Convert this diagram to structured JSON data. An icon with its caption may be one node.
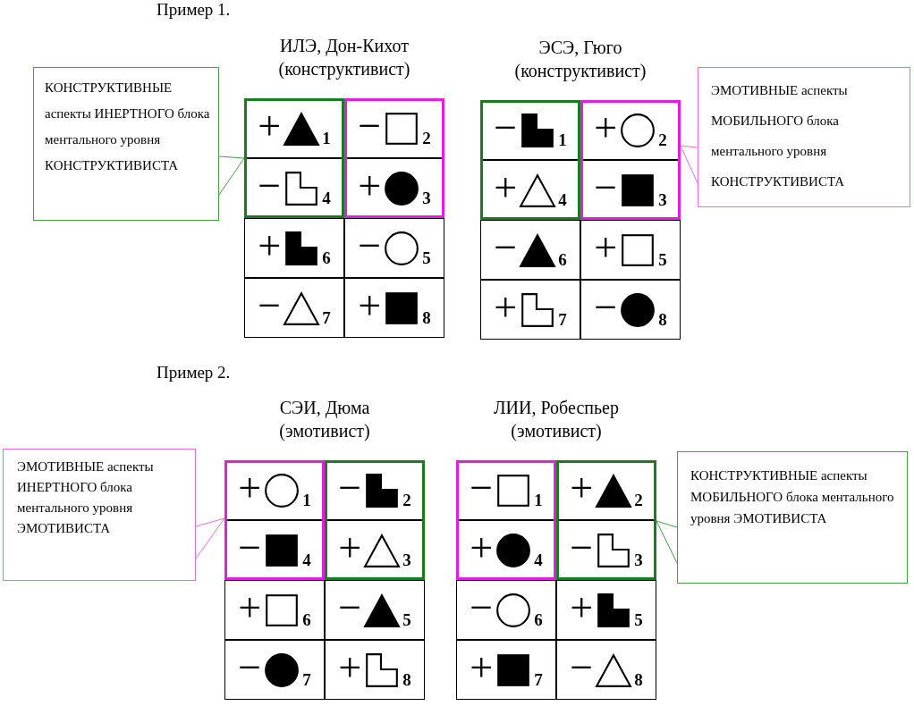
{
  "diagram": {
    "nodes": [
      {
        "text": [
          "КОНСТРУКТИВНЫЕ аспекты ИНЕРТНОГО блока ментального уровня КОНСТРУКТИВИСТА"
        ]
      },
      {
        "text": [
          "ИЛЭ, Дон-Кихот (конструктивист)"
        ]
      },
      {
        "text": [],
        "shape": "box",
        "in": 1
      },
      {
        "text": [],
        "shape": "box",
        "in": 1
      },
      {
        "text": [
          "+",
          "1"
        ],
        "in": 2
      },
      {
        "text": [
          "−",
          "2"
        ],
        "in": 3
      },
      {
        "text": [
          "−",
          "4"
        ],
        "in": 2
      },
      {
        "text": [
          "+",
          "3"
        ],
        "in": 3
      },
      {
        "text": [
          "+",
          "6"
        ],
        "in": 1
      },
      {
        "text": [
          "−",
          "5"
        ],
        "in": 1
      },
      {
        "text": [
          "−",
          "7"
        ],
        "in": 1
      },
      {
        "text": [
          "+",
          "8"
        ],
        "in": 1
      },
      {
        "text": [
          "ЭСЭ, Гюго (конструктивист)"
        ]
      },
      {
        "text": [],
        "shape": "box",
        "in": 12
      },
      {
        "text": [],
        "shape": "box",
        "in": 12
      },
      {
        "text": [
          "−",
          "1"
        ],
        "in": 13
      },
      {
        "text": [
          "+",
          "2"
        ],
        "in": 14
      },
      {
        "text": [
          "+",
          "4"
        ],
        "in": 13
      },
      {
        "text": [
          "−",
          "3"
        ],
        "in": 14
      },
      {
        "text": [
          "−",
          "6"
        ],
        "in": 12
      },
      {
        "text": [
          "+",
          "5"
        ],
        "in": 12
      },
      {
        "text": [
          "+",
          "7"
        ],
        "in": 12
      },
      {
        "text": [
          "−",
          "8"
        ],
        "in": 12
      },
      {
        "text": [
          "ЭМОТИВНЫЕ аспекты МОБИЛЬНОГО блока ментального уровня КОНСТРУКТИВИСТА"
        ]
      },
      {
        "text": [
          "ЭМОТИВНЫЕ аспекты ИНЕРТНОГО блока ментального уровня ЭМОТИВИСТА"
        ]
      },
      {
        "text": [
          "СЭИ, Дюма (эмотивист)"
        ]
      },
      {
        "text": [],
        "shape": "box",
        "in": 25
      },
      {
        "text": [],
        "shape": "box",
        "in": 25
      },
      {
        "text": [
          "+",
          "1"
        ],
        "in": 26
      },
      {
        "text": [
          "−",
          "2"
        ],
        "in": 27
      },
      {
        "text": [
          "−",
          "4"
        ],
        "in": 26
      },
      {
        "text": [
          "+",
          "3"
        ],
        "in": 27
      },
      {
        "text": [
          "+",
          "6"
        ],
        "in": 25
      },
      {
        "text": [
          "−",
          "5"
        ],
        "in": 25
      },
      {
        "text": [
          "−",
          "7"
        ],
        "in": 25
      },
      {
        "text": [
          "+",
          "8"
        ],
        "in": 25
      },
      {
        "text": [
          "ЛИИ, Робеспьер (эмотивист)"
        ]
      },
      {
        "text": [],
        "shape": "box",
        "in": 36
      },
      {
        "text": [],
        "shape": "box",
        "in": 36
      },
      {
        "text": [
          "−",
          "1"
        ],
        "in": 37
      },
      {
        "text": [
          "+",
          "2"
        ],
        "in": 38
      },
      {
        "text": [
          "+",
          "4"
        ],
        "in": 37
      },
      {
        "text": [
          "−",
          "3"
        ],
        "in": 38
      },
      {
        "text": [
          "−",
          "6"
        ],
        "in": 36
      },
      {
        "text": [
          "+",
          "5"
        ],
        "in": 36
      },
      {
        "text": [
          "+",
          "7"
        ],
        "in": 36
      },
      {
        "text": [
          "−",
          "8"
        ],
        "in": 36
      },
      {
        "text": [
          "КОНСТРУКТИВНЫЕ аспекты МОБИЛЬНОГО блока ментального уровня ЭМОТИВИСТА"
        ]
      }
    ],
    "edges": [
      {
        "from": 0,
        "to": 2,
        "arrow": "none",
        "color": "#4a9a4a"
      },
      {
        "from": 23,
        "to": 14,
        "arrow": "none",
        "color": "#e070e0"
      },
      {
        "from": 24,
        "to": 26,
        "arrow": "none",
        "color": "#e070e0"
      },
      {
        "from": 47,
        "to": 38,
        "arrow": "none",
        "color": "#4a9a4a"
      }
    ],
    "labels": [
      "Пример 1.",
      "Пример 2."
    ]
  }
}
